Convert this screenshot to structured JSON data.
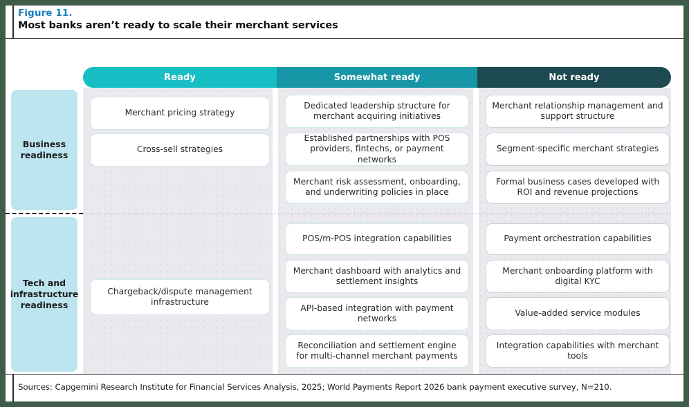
{
  "figure": {
    "number": "Figure 11.",
    "title": "Most banks aren’t ready to scale their merchant services",
    "number_color": "#1a7fc1",
    "frame_color": "#3f5c48"
  },
  "columns": [
    {
      "id": "ready",
      "label": "Ready",
      "color": "#17bec4"
    },
    {
      "id": "somewhat-ready",
      "label": "Somewhat ready",
      "color": "#1796a8"
    },
    {
      "id": "not-ready",
      "label": "Not ready",
      "color": "#1d4a50"
    }
  ],
  "rows": [
    {
      "id": "business-readiness",
      "label": "Business readiness",
      "color": "#bce5ef"
    },
    {
      "id": "tech-infrastructure-readiness",
      "label": "Tech and infrastructure readiness",
      "color": "#bce5ef"
    }
  ],
  "cells": {
    "business_ready": [
      "Merchant pricing strategy",
      "Cross-sell strategies"
    ],
    "business_somewhat_ready": [
      "Dedicated leadership structure for merchant acquiring initiatives",
      "Established partnerships with POS providers, fintechs, or payment networks",
      "Merchant risk assessment, onboarding, and underwriting policies in place"
    ],
    "business_not_ready": [
      "Merchant relationship management and support structure",
      "Segment-specific merchant strategies",
      "Formal business cases developed with ROI and revenue projections"
    ],
    "tech_ready": [
      "Chargeback/dispute management infrastructure"
    ],
    "tech_somewhat_ready": [
      "POS/m-POS integration capabilities",
      "Merchant dashboard with analytics and settlement insights",
      "API-based integration with payment networks",
      "Reconciliation and settlement engine for multi-channel merchant payments"
    ],
    "tech_not_ready": [
      "Payment orchestration capabilities",
      "Merchant onboarding platform with digital KYC",
      "Value-added service modules",
      "Integration capabilities with merchant tools"
    ]
  },
  "footer": {
    "source": "Sources: Capgemini Research Institute for Financial Services Analysis, 2025; World Payments Report 2026 bank payment executive survey, N=210."
  }
}
